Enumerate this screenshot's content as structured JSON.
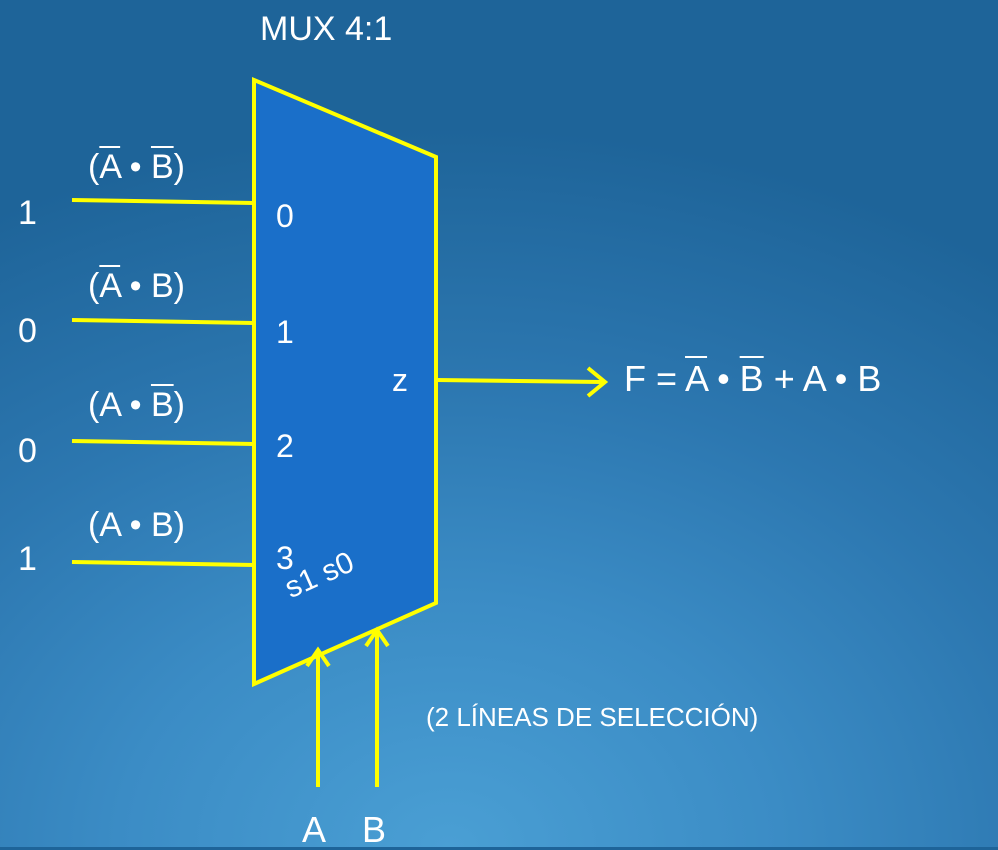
{
  "title": "MUX 4:1",
  "inputs": [
    {
      "value": "1",
      "expr_open": "(",
      "term1": "A",
      "dot": " • ",
      "term2": "B",
      "expr_close": ")",
      "port": "0"
    },
    {
      "value": "0",
      "expr_open": "(",
      "term1": "A",
      "dot": " • ",
      "term2": "B",
      "expr_close": ")",
      "port": "1"
    },
    {
      "value": "0",
      "expr_open": "(",
      "term1": "A",
      "dot": " • ",
      "term2": "B",
      "expr_close": ")",
      "port": "2"
    },
    {
      "value": "1",
      "expr_open": "(",
      "term1": "A",
      "dot": " • ",
      "term2": "B",
      "expr_close": ")",
      "port": "3"
    }
  ],
  "output": {
    "port": "z",
    "lhs": "F = ",
    "t1": "A",
    "dot1": " • ",
    "t2": "B",
    "rest": " + A • B"
  },
  "select": {
    "labels": "s1 s0",
    "note": "(2 LÍNEAS DE SELECCIÓN)",
    "a": "A",
    "b": "B"
  },
  "colors": {
    "wire": "#ffff00",
    "mux_fill": "#1a6fc9",
    "text": "#ffffff"
  }
}
